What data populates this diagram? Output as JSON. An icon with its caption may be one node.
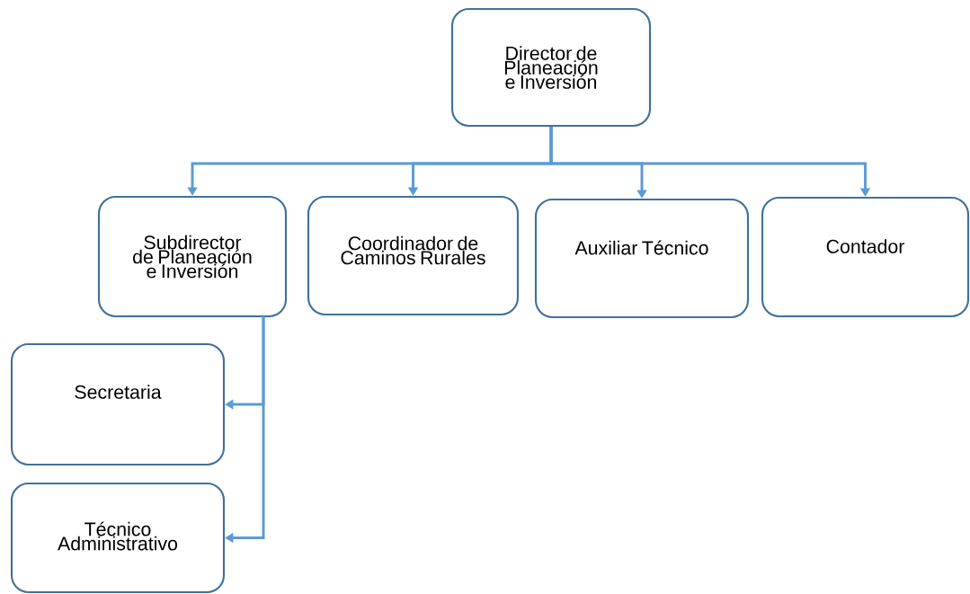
{
  "diagram": {
    "nodes": [
      {
        "text": [
          "Director de Planeación e Inversión"
        ]
      },
      {
        "text": [
          "Subdirector de Planeación e Inversión"
        ]
      },
      {
        "text": [
          "Coordinador de Caminos Rurales"
        ]
      },
      {
        "text": [
          "Auxiliar Técnico"
        ]
      },
      {
        "text": [
          "Contador"
        ]
      },
      {
        "text": [
          "Secretaria"
        ]
      },
      {
        "text": [
          "Técnico Administrativo"
        ]
      }
    ],
    "edges": [
      {
        "from": 0,
        "to": 1,
        "arrow": "to"
      },
      {
        "from": 0,
        "to": 2,
        "arrow": "to"
      },
      {
        "from": 0,
        "to": 3,
        "arrow": "to"
      },
      {
        "from": 0,
        "to": 4,
        "arrow": "to"
      },
      {
        "from": 1,
        "to": 5,
        "arrow": "to"
      },
      {
        "from": 1,
        "to": 6,
        "arrow": "to"
      }
    ]
  }
}
